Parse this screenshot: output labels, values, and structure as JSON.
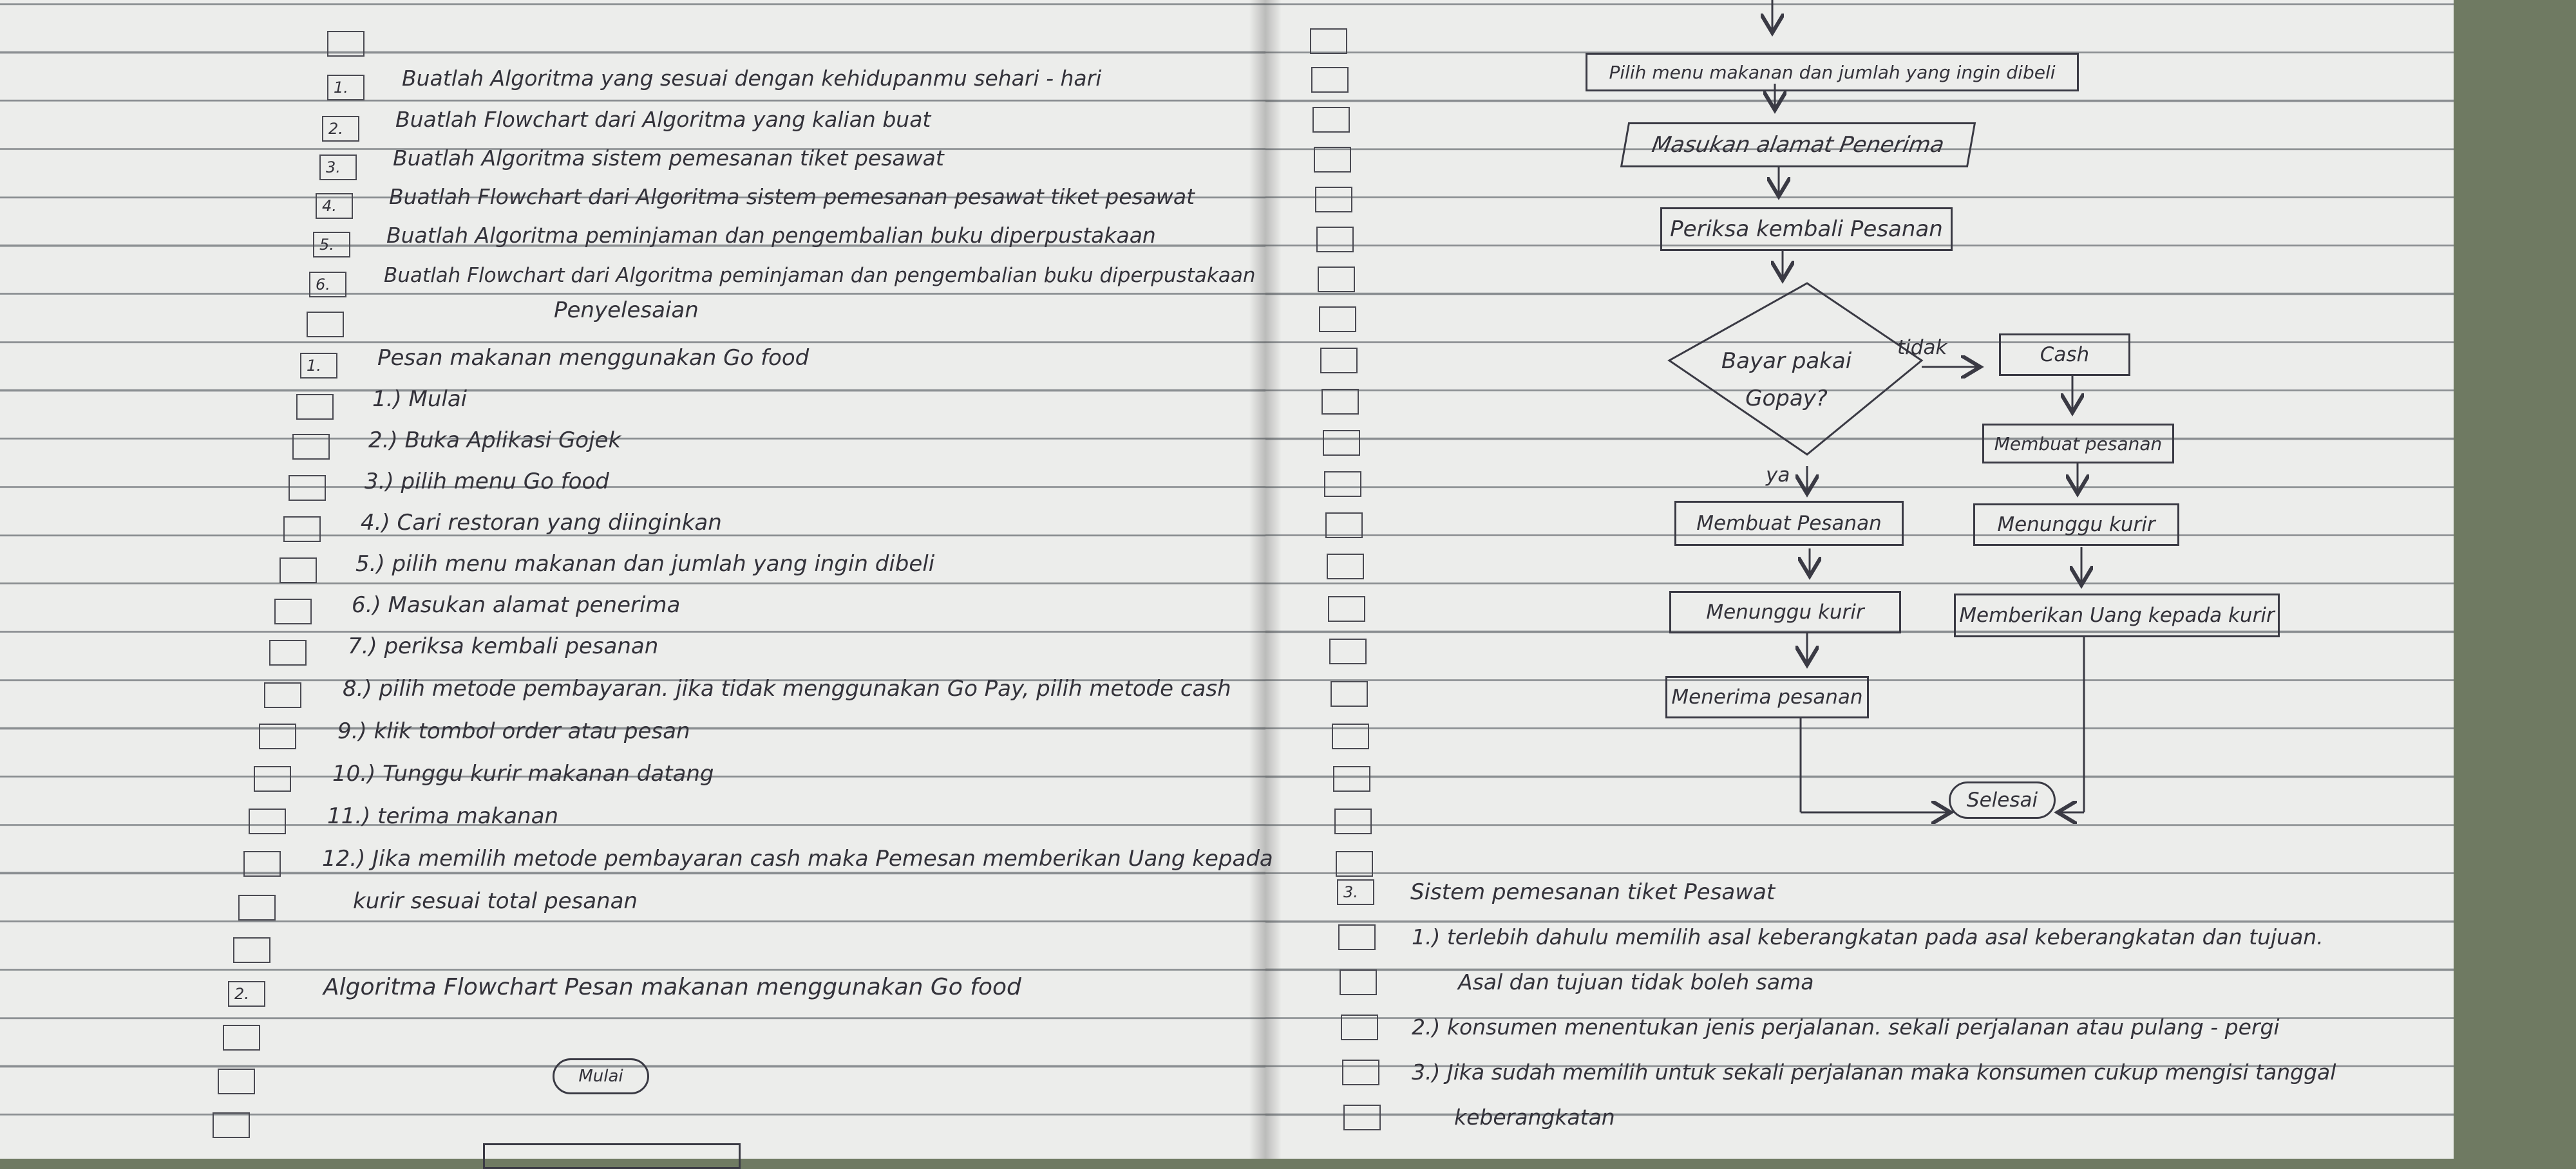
{
  "left_page": {
    "tasks": [
      {
        "num": "1.",
        "text": "Buatlah Algoritma yang sesuai dengan kehidupanmu sehari - hari"
      },
      {
        "num": "2.",
        "text": "Buatlah Flowchart dari Algoritma yang kalian buat"
      },
      {
        "num": "3.",
        "text": "Buatlah Algoritma sistem pemesanan tiket pesawat"
      },
      {
        "num": "4.",
        "text": "Buatlah Flowchart dari Algoritma sistem pemesanan pesawat tiket pesawat"
      },
      {
        "num": "5.",
        "text": "Buatlah Algoritma peminjaman dan pengembalian buku diperpustakaan"
      },
      {
        "num": "6.",
        "text": "Buatlah Flowchart dari Algoritma peminjaman dan pengembalian buku diperpustakaan"
      }
    ],
    "heading": "Penyelesaian",
    "answer_1_num": "1.",
    "answer_1_title": "Pesan makanan menggunakan Go food",
    "steps": [
      "1.) Mulai",
      "2.) Buka Aplikasi Gojek",
      "3.) pilih menu Go food",
      "4.) Cari restoran yang diinginkan",
      "5.) pilih menu makanan dan jumlah yang ingin dibeli",
      "6.) Masukan alamat penerima",
      "7.) periksa kembali pesanan",
      "8.) pilih metode pembayaran. jika tidak menggunakan Go Pay, pilih metode cash",
      "9.) klik tombol order atau pesan",
      "10.) Tunggu kurir makanan datang",
      "11.) terima makanan",
      "12.) Jika memilih metode pembayaran cash maka Pemesan memberikan Uang kepada",
      "kurir sesuai total pesanan"
    ],
    "answer_2_num": "2.",
    "answer_2_title": "Algoritma Flowchart Pesan makanan menggunakan Go food",
    "mulai_label": "Mulai"
  },
  "right_page": {
    "flowchart": {
      "step_pilih_menu": "Pilih menu makanan dan jumlah yang ingin dibeli",
      "step_alamat": "Masukan alamat Penerima",
      "step_periksa": "Periksa kembali Pesanan",
      "decision": "Bayar pakai Gopay?",
      "label_tidak": "tidak",
      "label_ya": "ya",
      "cash": "Cash",
      "membuat_pesanan_cash": "Membuat pesanan",
      "membuat_pesanan": "Membuat Pesanan",
      "menunggu_kurir_cash": "Menunggu kurir",
      "menunggu_kurir": "Menunggu kurir",
      "memberikan_uang": "Memberikan Uang kepada kurir",
      "menerima_pesanan": "Menerima pesanan",
      "selesai": "Selesai"
    },
    "answer_3_num": "3.",
    "answer_3_title": "Sistem pemesanan tiket Pesawat",
    "answer_3_lines": [
      "1.) terlebih dahulu memilih asal keberangkatan pada asal keberangkatan dan tujuan.",
      "Asal dan tujuan tidak boleh sama",
      "2.) konsumen menentukan jenis perjalanan. sekali perjalanan atau pulang - pergi",
      "3.) Jika sudah memilih untuk sekali perjalanan maka konsumen cukup mengisi tanggal",
      "keberangkatan"
    ]
  },
  "colors": {
    "paper": "#ecedeb",
    "ruling": "#8b8f92",
    "ink": "#33323a",
    "background": "#6f7a62"
  }
}
